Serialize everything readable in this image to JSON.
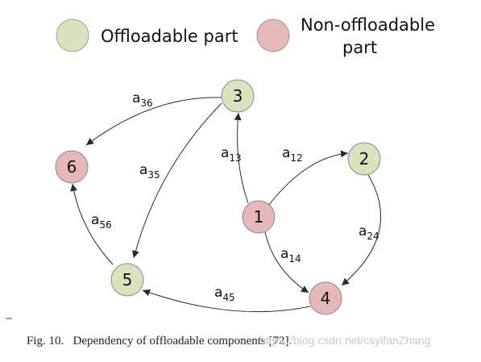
{
  "legend": {
    "offloadable_label": "Offloadable part",
    "non_offloadable_label_line1": "Non-offloadable",
    "non_offloadable_label_line2": "part"
  },
  "colors": {
    "offloadable_fill": "#d7e4bd",
    "non_offloadable_fill": "#e6b9b8",
    "node_stroke": "#8a8a8a",
    "edge_stroke": "#2a2a2a"
  },
  "nodes": [
    {
      "id": "1",
      "label": "1",
      "type": "non-offloadable"
    },
    {
      "id": "2",
      "label": "2",
      "type": "offloadable"
    },
    {
      "id": "3",
      "label": "3",
      "type": "offloadable"
    },
    {
      "id": "4",
      "label": "4",
      "type": "non-offloadable"
    },
    {
      "id": "5",
      "label": "5",
      "type": "offloadable"
    },
    {
      "id": "6",
      "label": "6",
      "type": "non-offloadable"
    }
  ],
  "edges": [
    {
      "from": "3",
      "to": "6",
      "label_main": "a",
      "label_sub": "36"
    },
    {
      "from": "3",
      "to": "5",
      "label_main": "a",
      "label_sub": "35"
    },
    {
      "from": "1",
      "to": "3",
      "label_main": "a",
      "label_sub": "13"
    },
    {
      "from": "1",
      "to": "2",
      "label_main": "a",
      "label_sub": "12"
    },
    {
      "from": "1",
      "to": "4",
      "label_main": "a",
      "label_sub": "14"
    },
    {
      "from": "2",
      "to": "4",
      "label_main": "a",
      "label_sub": "24"
    },
    {
      "from": "5",
      "to": "6",
      "label_main": "a",
      "label_sub": "56"
    },
    {
      "from": "4",
      "to": "5",
      "label_main": "a",
      "label_sub": "45"
    }
  ],
  "caption": "Fig. 10.   Dependency of offloadable components [72].",
  "watermark": "https://blog.csdn.net/csyifanZhang"
}
